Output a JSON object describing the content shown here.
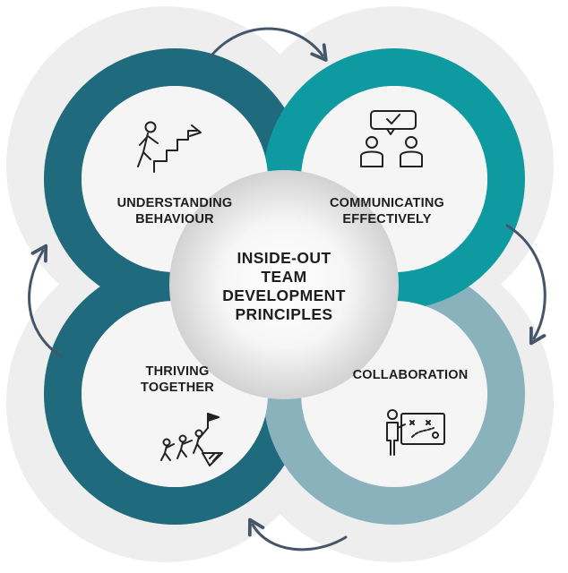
{
  "center": {
    "lines": [
      "INSIDE-OUT",
      "TEAM",
      "DEVELOPMENT",
      "PRINCIPLES"
    ]
  },
  "nodes": [
    {
      "lines": [
        "UNDERSTANDING",
        "BEHAVIOUR"
      ],
      "icon": "climbing-stairs-icon",
      "color": "#1f6a7c"
    },
    {
      "lines": [
        "COMMUNICATING",
        "EFFECTIVELY"
      ],
      "icon": "conversation-icon",
      "color": "#0e9aa0"
    },
    {
      "lines": [
        "THRIVING",
        "TOGETHER"
      ],
      "icon": "team-climb-icon",
      "color": "#1f6a7c"
    },
    {
      "lines": [
        "COLLABORATION"
      ],
      "icon": "strategy-board-icon",
      "color": "#8ab2bd"
    }
  ],
  "colors": {
    "arrow": "#46566a",
    "halo": "#ededed",
    "center_fill": "#d9d9d9",
    "inner_fill": "#f5f5f5"
  }
}
